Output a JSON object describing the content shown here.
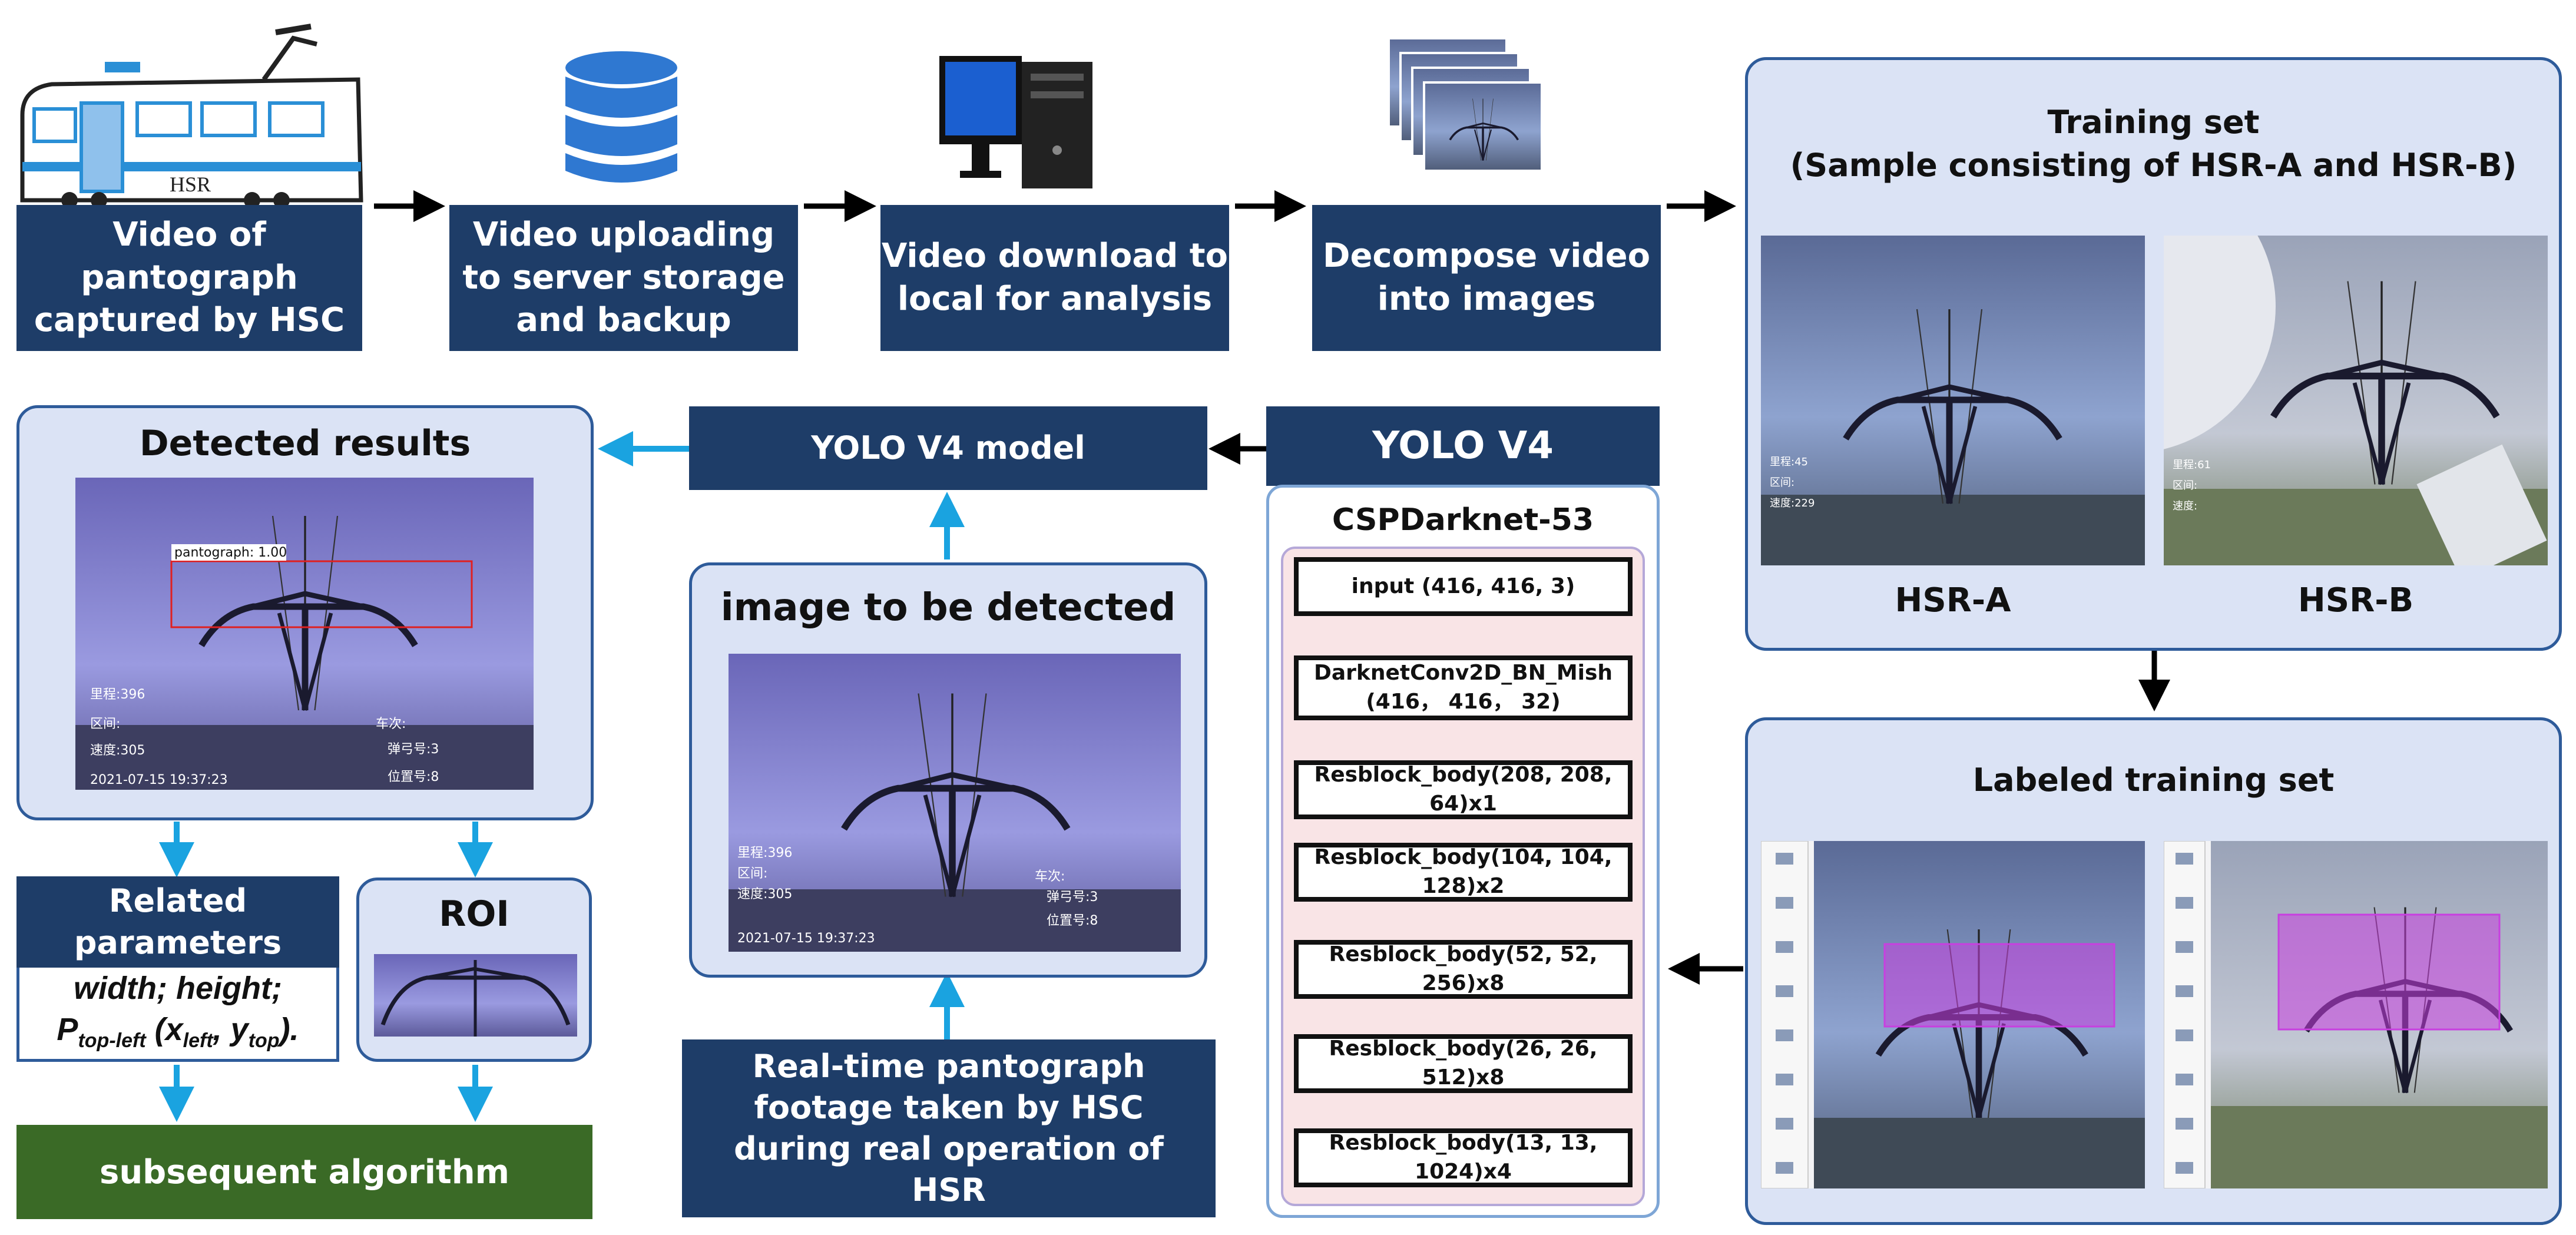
{
  "pipeline": {
    "step1": "Video of pantograph captured by HSC",
    "step2": "Video uploading to server storage and backup",
    "step3": "Video download to local for analysis",
    "step4": "Decompose video into images"
  },
  "train_icon_label": "HSR",
  "training_set": {
    "title_line1": "Training set",
    "title_line2": "(Sample consisting of HSR-A and HSR-B)",
    "label_a": "HSR-A",
    "label_b": "HSR-B"
  },
  "labeled_set": {
    "title": "Labeled training set"
  },
  "yolo": {
    "header": "YOLO V4",
    "backbone": "CSPDarknet-53",
    "model_box": "YOLO V4 model",
    "layers": [
      "input  (416, 416, 3)",
      "DarknetConv2D_BN_Mish (416， 416， 32)",
      "Resblock_body(208, 208, 64)x1",
      "Resblock_body(104, 104, 128)x2",
      "Resblock_body(52, 52, 256)x8",
      "Resblock_body(26, 26, 512)x8",
      "Resblock_body(13, 13, 1024)x4"
    ]
  },
  "detect": {
    "image_title": "image to be detected",
    "realtime": "Real-time pantograph footage taken by HSC during real operation of HSR",
    "results_title": "Detected results",
    "bbox_label": "pantograph: 1.00"
  },
  "overlay": {
    "mileage": "里程:396",
    "section": "区间:",
    "speed": "速度:305",
    "timestamp": "2021-07-15 19:37:23",
    "train_no": "车次:",
    "car_no": "弹弓号:3",
    "position": "位置号:8"
  },
  "params": {
    "title": "Related parameters",
    "line1": "width;  height;",
    "p": "P",
    "p_sub": "top-left",
    "open": " (x",
    "x_sub": "left",
    "comma": ",  y",
    "y_sub": "top",
    "close": ")."
  },
  "roi": {
    "title": "ROI"
  },
  "subsequent": "subsequent algorithm",
  "colors": {
    "navy": "#1e3d68",
    "arrow_blue": "#1aa3e0",
    "green": "#3a6a26",
    "panel": "#dbe3f5",
    "layer_bg": "#f9e4e6"
  }
}
